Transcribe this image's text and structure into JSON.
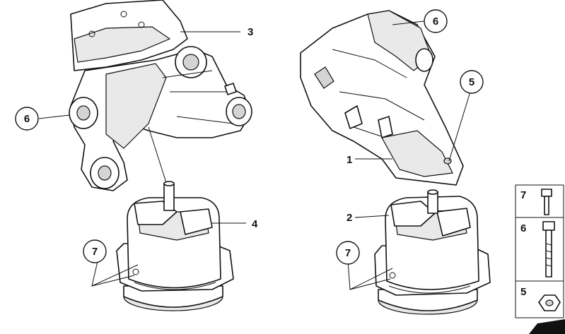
{
  "callouts": {
    "left_bracket_ref": "3",
    "left_pivot_ref": "6",
    "left_mount_ref": "4",
    "left_bolt_ref": "7",
    "right_bracket_ref": "1",
    "right_top_ref": "6",
    "right_nut_ref": "5",
    "right_mount_ref": "2",
    "right_bolt_ref": "7"
  },
  "legend": {
    "items": [
      {
        "ref": "7",
        "icon": "short-bolt-icon"
      },
      {
        "ref": "6",
        "icon": "long-bolt-icon"
      },
      {
        "ref": "5",
        "icon": "nut-icon"
      }
    ]
  }
}
